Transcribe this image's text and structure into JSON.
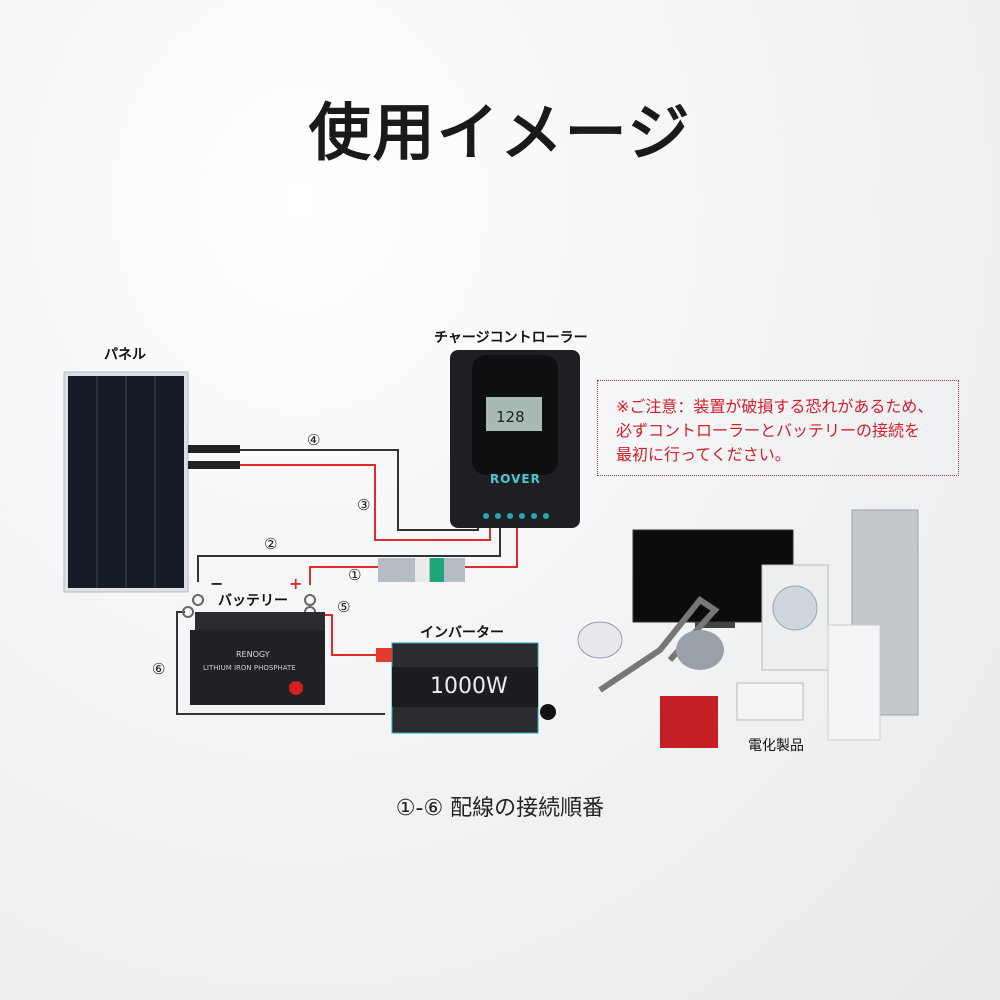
{
  "title": "使用イメージ",
  "labels": {
    "panel": "パネル",
    "controller": "チャージコントローラー",
    "battery": "バッテリー",
    "inverter": "インバーター",
    "appliances": "電化製品"
  },
  "warning": {
    "line1": "※ご注意：装置が破損する恐れがあるため、",
    "line2": "必ずコントローラーとバッテリーの接続を",
    "line3": "最初に行ってください。"
  },
  "steps": [
    "①",
    "②",
    "③",
    "④",
    "⑤",
    "⑥"
  ],
  "polarity": {
    "minus": "−",
    "plus": "+"
  },
  "controller_display": "128",
  "controller_brand": "ROVER",
  "inverter_power": "1000W",
  "brand": "RENOGY",
  "battery_text": "LITHIUM IRON PHOSPHATE",
  "footer": "①-⑥ 配線の接続順番",
  "colors": {
    "warning": "#d71e28",
    "positive_wire": "#e02b2b",
    "negative_wire": "#333333",
    "accent": "#2aa7b5"
  }
}
